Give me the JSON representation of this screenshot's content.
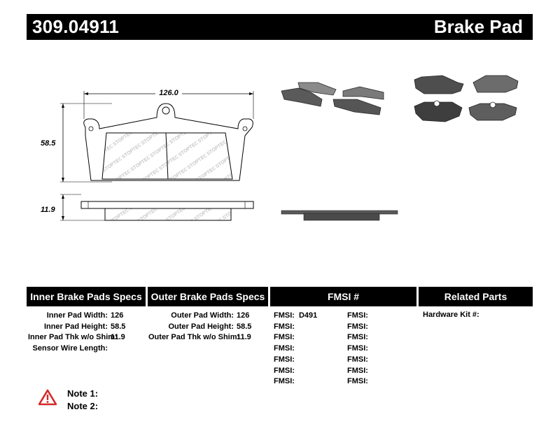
{
  "header": {
    "part_number": "309.04911",
    "category": "Brake Pad"
  },
  "diagram": {
    "width_label": "126.0",
    "height_label": "58.5",
    "thickness_label": "11.9",
    "watermark": "STOPTECH"
  },
  "tables": {
    "inner": {
      "title": "Inner Brake Pads Specs",
      "rows": [
        {
          "label": "Inner Pad Width:",
          "value": "126"
        },
        {
          "label": "Inner Pad Height:",
          "value": "58.5"
        },
        {
          "label": "Inner Pad Thk w/o Shim:",
          "value": "11.9"
        },
        {
          "label": "Sensor Wire Length:",
          "value": ""
        }
      ]
    },
    "outer": {
      "title": "Outer Brake Pads Specs",
      "rows": [
        {
          "label": "Outer Pad Width:",
          "value": "126"
        },
        {
          "label": "Outer Pad Height:",
          "value": "58.5"
        },
        {
          "label": "Outer Pad Thk w/o Shim:",
          "value": "11.9"
        }
      ]
    },
    "fmsi": {
      "title": "FMSI #",
      "left": [
        {
          "label": "FMSI:",
          "value": "D491"
        },
        {
          "label": "FMSI:",
          "value": ""
        },
        {
          "label": "FMSI:",
          "value": ""
        },
        {
          "label": "FMSI:",
          "value": ""
        },
        {
          "label": "FMSI:",
          "value": ""
        },
        {
          "label": "FMSI:",
          "value": ""
        },
        {
          "label": "FMSI:",
          "value": ""
        }
      ],
      "right": [
        {
          "label": "FMSI:",
          "value": ""
        },
        {
          "label": "FMSI:",
          "value": ""
        },
        {
          "label": "FMSI:",
          "value": ""
        },
        {
          "label": "FMSI:",
          "value": ""
        },
        {
          "label": "FMSI:",
          "value": ""
        },
        {
          "label": "FMSI:",
          "value": ""
        },
        {
          "label": "FMSI:",
          "value": ""
        }
      ]
    },
    "related": {
      "title": "Related Parts",
      "rows": [
        {
          "label": "Hardware Kit #:",
          "value": ""
        }
      ]
    }
  },
  "notes": {
    "note1": "Note 1:",
    "note2": "Note 2:",
    "icon": "warning-icon"
  },
  "colors": {
    "header_bg": "#000000",
    "pad_gray": "#6e6e6e",
    "warning_red": "#d42a2a"
  }
}
